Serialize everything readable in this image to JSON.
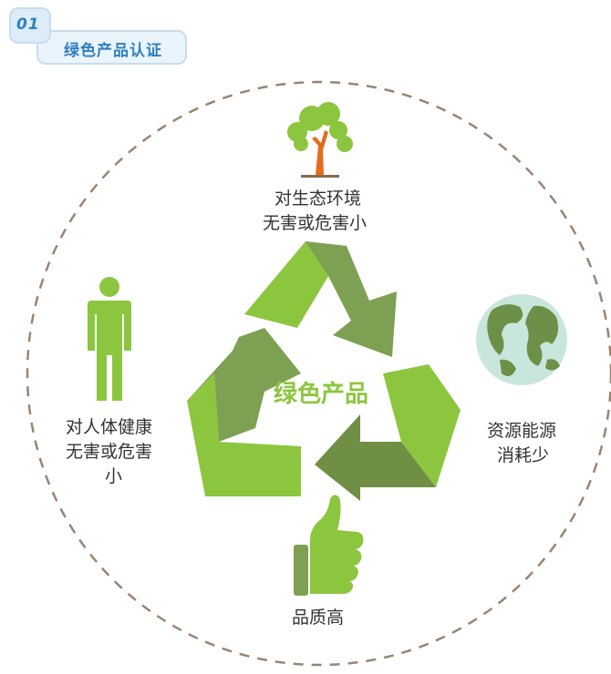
{
  "header": {
    "number": "01",
    "title": "绿色产品认证"
  },
  "center_label": "绿色产品",
  "benefits": {
    "top": {
      "line1": "对生态环境",
      "line2": "无害或危害小",
      "icon": "tree-icon"
    },
    "right": {
      "line1": "资源能源",
      "line2": "消耗少",
      "icon": "globe-icon"
    },
    "bottom": {
      "line1": "品质高",
      "icon": "thumbs-up-icon"
    },
    "left": {
      "line1": "对人体健康",
      "line2": "无害或危害",
      "line3": "小",
      "icon": "person-icon"
    }
  },
  "colors": {
    "light_green": "#8cc63f",
    "dark_green": "#7ea052",
    "olive": "#6f8f45",
    "trunk": "#e36c1e",
    "ocean": "#c9e6dd",
    "land": "#6e8f48",
    "dashes": "#9b8571",
    "accent_blue": "#2f7fc0"
  }
}
